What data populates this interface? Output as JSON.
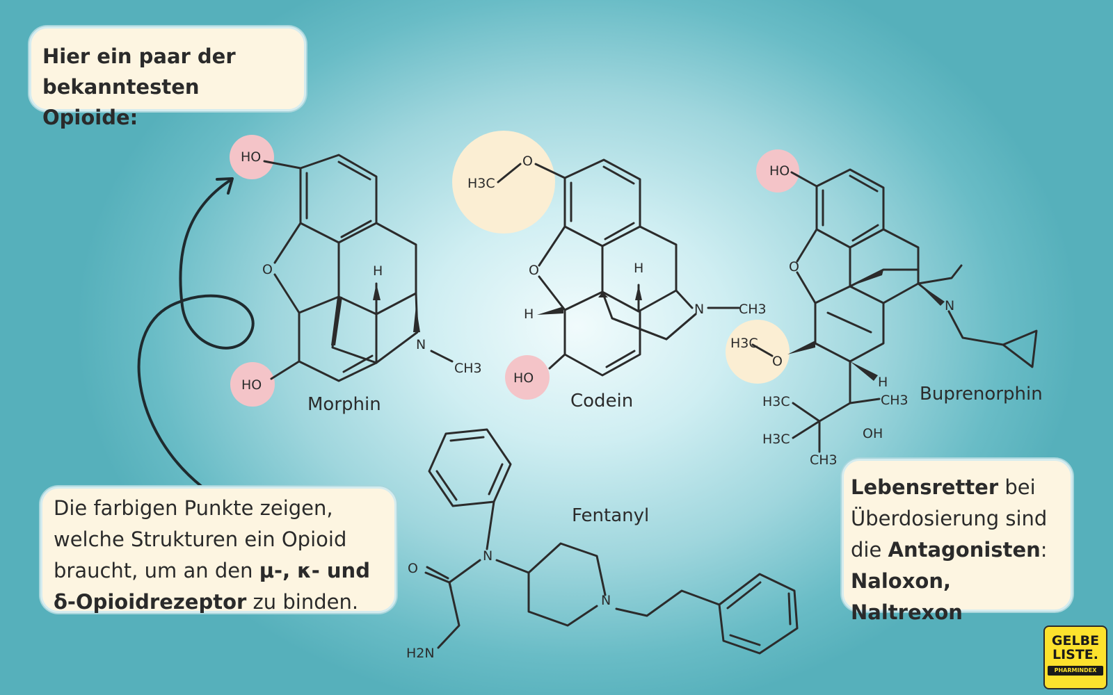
{
  "callouts": {
    "title": "Hier ein paar der bekanntesten Opioide:",
    "bottom": {
      "text1": "Die farbigen Punkte zeigen, welche Strukturen ein Opioid braucht, um an den ",
      "bold": "μ-, κ- und δ-Opioidrezeptor",
      "text2": " zu binden."
    },
    "right": {
      "bold1": "Lebensretter",
      "text1": " bei Überdosierung sind die ",
      "bold2": "Antagonisten",
      "text2": ":",
      "bold3": "Naloxon, Naltrexon"
    }
  },
  "molecules": {
    "morphin": {
      "name": "Morphin",
      "atoms": {
        "ho_top": "HO",
        "o_ring": "O",
        "ho_bottom": "HO",
        "h": "H",
        "n": "N",
        "ch3": "CH3"
      }
    },
    "codein": {
      "name": "Codein",
      "atoms": {
        "h3c": "H3C",
        "o_methoxy": "O",
        "o_ring": "O",
        "h_left": "H",
        "h_top": "H",
        "ho": "HO",
        "n": "N",
        "ch3": "CH3"
      }
    },
    "buprenorphin": {
      "name": "Buprenorphin",
      "atoms": {
        "ho": "HO",
        "o_ring": "O",
        "n": "N",
        "h3c_methoxy": "H3C",
        "o_methoxy": "O",
        "h": "H",
        "h3c_a": "H3C",
        "h3c_b": "H3C",
        "ch3_right": "CH3",
        "ch3_bottom": "CH3",
        "oh": "OH"
      }
    },
    "fentanyl": {
      "name": "Fentanyl",
      "atoms": {
        "n_amide": "N",
        "o": "O",
        "n_pip": "N",
        "h2n": "H2N"
      }
    }
  },
  "highlights": {
    "pink": "#f4c4c8",
    "cream": "#fbeed3"
  },
  "logo": {
    "line1": "GELBE",
    "line2": "LISTE.",
    "line3": "PHARMINDEX"
  }
}
